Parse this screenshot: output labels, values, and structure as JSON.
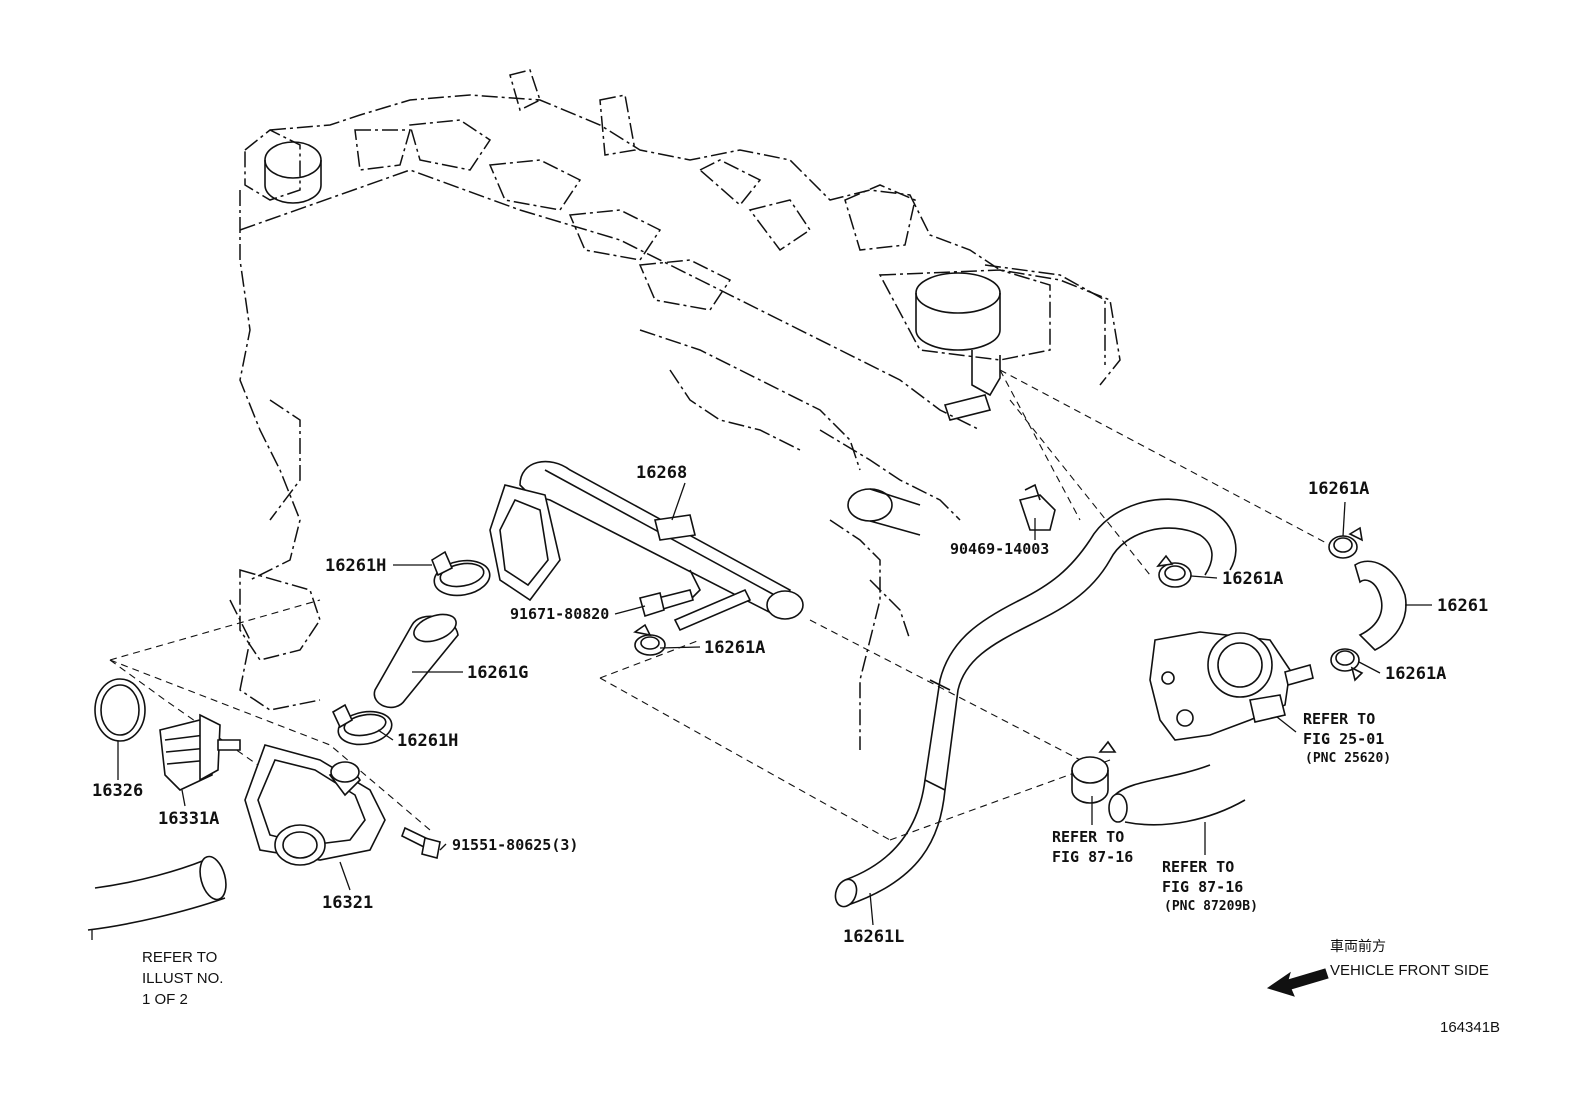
{
  "parts": {
    "p16268": "16268",
    "p16261H_top": "16261H",
    "p16261G": "16261G",
    "p16261H_bottom": "16261H",
    "p91671": "91671-80820",
    "p16261A_mid": "16261A",
    "p90469": "90469-14003",
    "p16261A_right_top": "16261A",
    "p16261A_center": "16261A",
    "p16261": "16261",
    "p16261A_right_bottom": "16261A",
    "p16326": "16326",
    "p16331A": "16331A",
    "p91551": "91551-80625(3)",
    "p16321": "16321",
    "p16261L": "16261L"
  },
  "refs": {
    "fig25": {
      "line1": "REFER TO",
      "line2": "FIG 25-01",
      "line3": "(PNC 25620)"
    },
    "fig87a": {
      "line1": "REFER TO",
      "line2": "FIG 87-16"
    },
    "fig87b": {
      "line1": "REFER TO",
      "line2": "FIG 87-16",
      "line3": "(PNC 87209B)"
    },
    "illust": {
      "line1": "REFER TO",
      "line2": "ILLUST NO.",
      "line3": "1 OF 2"
    }
  },
  "direction": {
    "japanese": "車両前方",
    "english": "VEHICLE FRONT SIDE"
  },
  "illustration_number": "164341B"
}
